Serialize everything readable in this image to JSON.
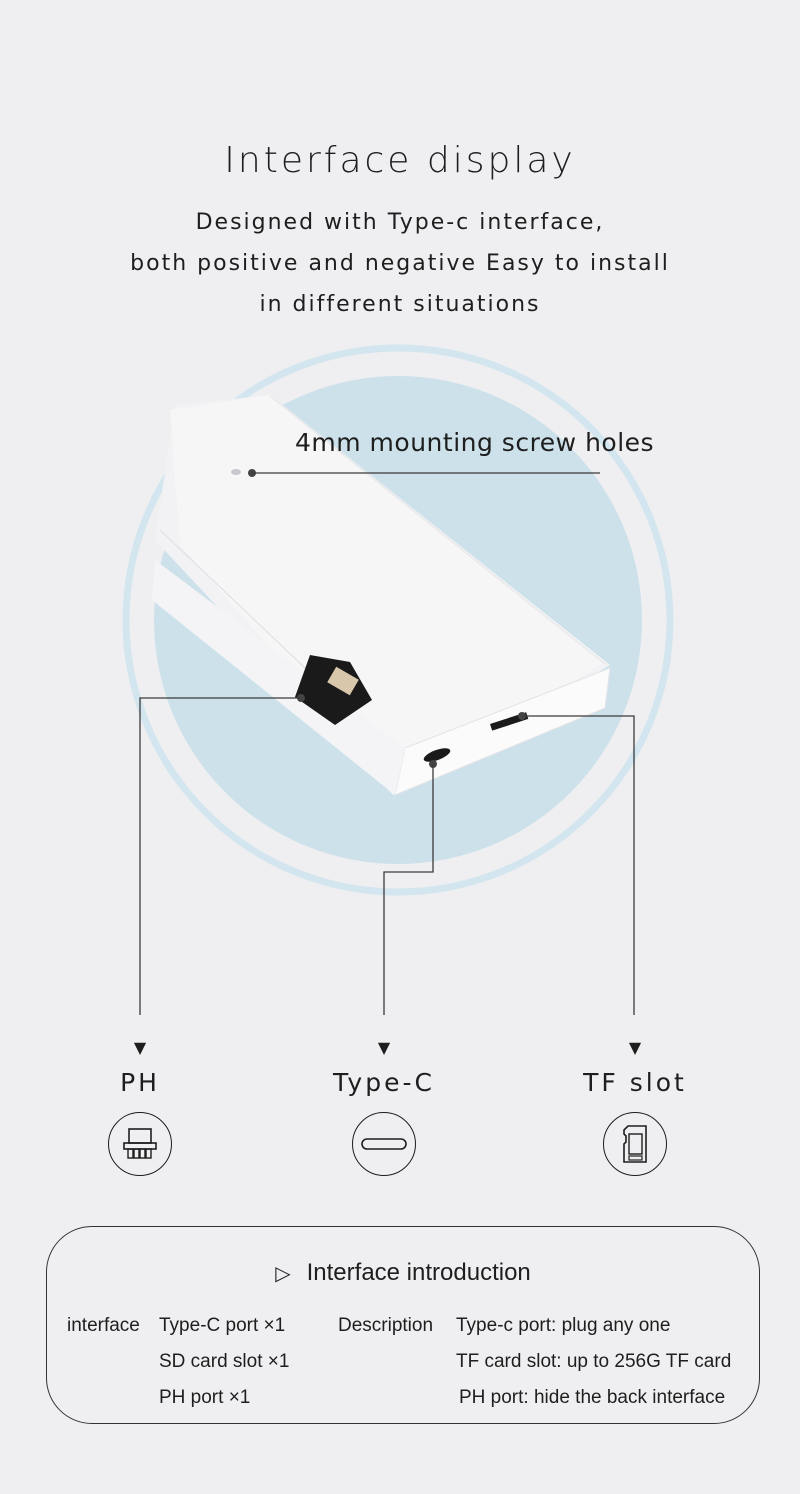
{
  "header": {
    "title": "Interface display",
    "subtitle_lines": [
      "Designed with Type-c interface,",
      "both positive and negative Easy to install",
      "in different situations"
    ]
  },
  "diagram": {
    "screw_label": "4mm mounting screw holes",
    "colors": {
      "circle": "#cde2ec",
      "ring": "#d2e6ef",
      "device": "#f7f7f8",
      "leader": "#3a3a3a"
    }
  },
  "ports": [
    {
      "name": "PH",
      "icon": "ph-connector-icon"
    },
    {
      "name": "Type-C",
      "icon": "usb-c-icon"
    },
    {
      "name": "TF slot",
      "icon": "sd-card-icon"
    }
  ],
  "intro": {
    "title": "Interface introduction",
    "interface_label": "interface",
    "description_label": "Description",
    "interfaces": [
      "Type-C port ×1",
      "SD card slot ×1",
      "PH port ×1"
    ],
    "descriptions": [
      "Type-c port: plug any one",
      "TF card slot: up to 256G TF card",
      "PH port: hide the back interface"
    ]
  }
}
